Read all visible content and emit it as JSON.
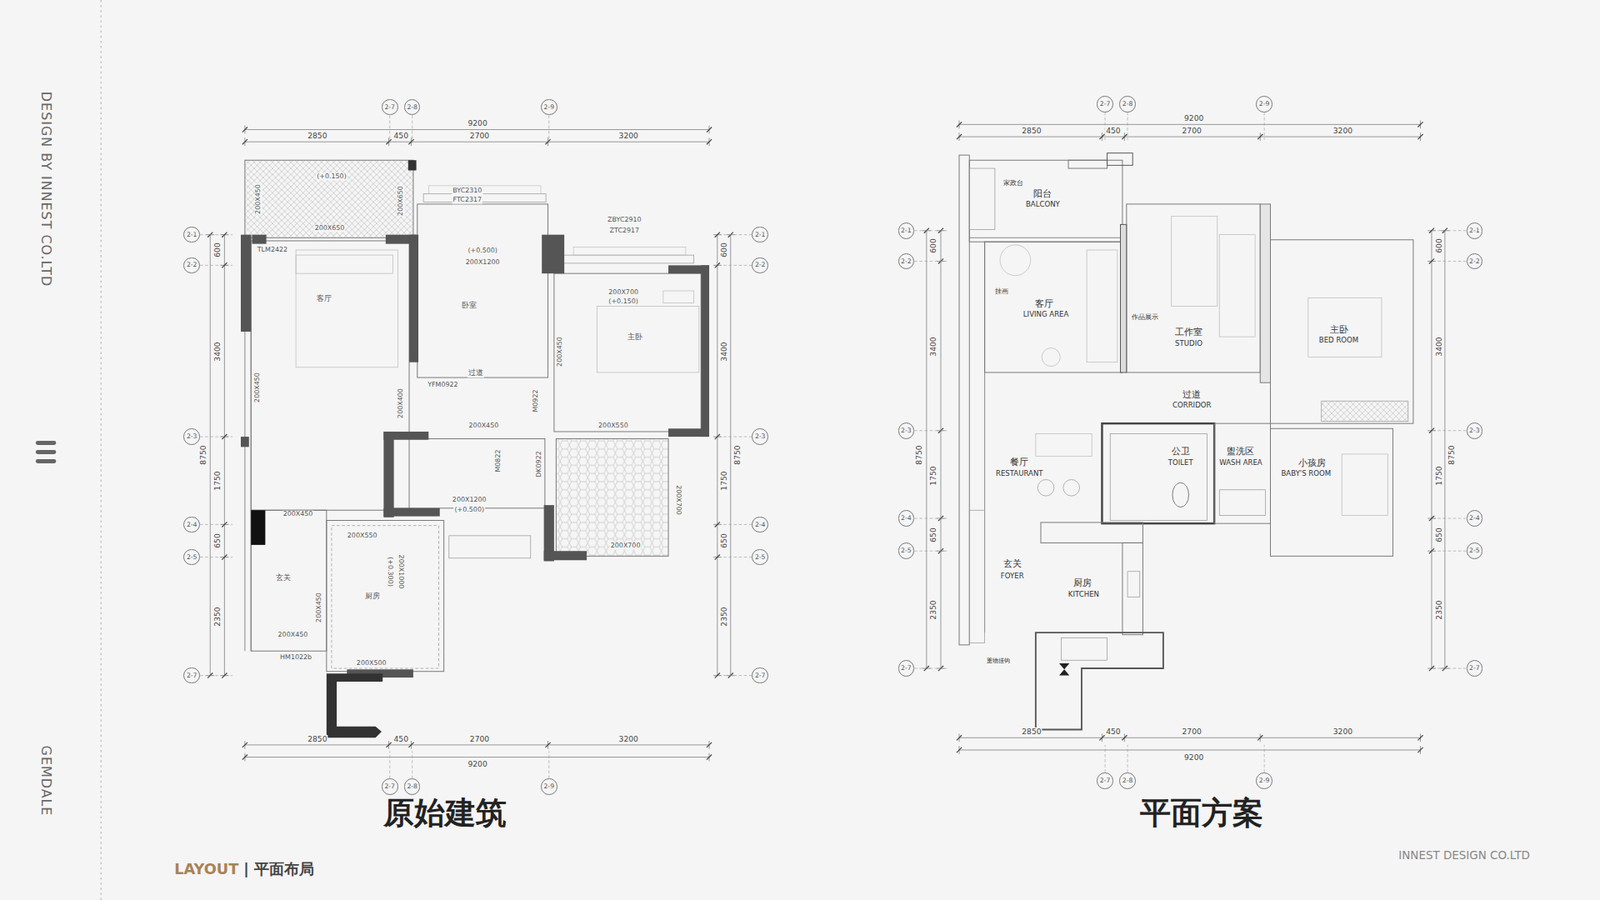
{
  "diagram": {
    "title": "LAYOUT",
    "nodes": [
      {
        "text": [
          "2-7"
        ]
      },
      {
        "text": [
          "2-8"
        ]
      },
      {
        "text": [
          "2-9"
        ]
      },
      {
        "text": [
          "2-1"
        ]
      },
      {
        "text": [
          "2-2"
        ]
      },
      {
        "text": [
          "2-3"
        ]
      },
      {
        "text": [
          "2-4"
        ]
      },
      {
        "text": [
          "2-5"
        ]
      },
      {
        "text": [
          "2-7"
        ]
      },
      {
        "text": [
          "2-1"
        ]
      },
      {
        "text": [
          "2-2"
        ]
      },
      {
        "text": [
          "2-3"
        ]
      },
      {
        "text": [
          "2-4"
        ]
      },
      {
        "text": [
          "2-5"
        ]
      },
      {
        "text": [
          "2-7"
        ]
      },
      {
        "text": [
          "2-7"
        ]
      },
      {
        "text": [
          "2-8"
        ]
      },
      {
        "text": [
          "2-9"
        ]
      },
      {
        "text": [
          "2-7"
        ]
      },
      {
        "text": [
          "2-8"
        ]
      },
      {
        "text": [
          "2-9"
        ]
      },
      {
        "text": [
          "2-1"
        ]
      },
      {
        "text": [
          "2-2"
        ]
      },
      {
        "text": [
          "2-3"
        ]
      },
      {
        "text": [
          "2-4"
        ]
      },
      {
        "text": [
          "2-5"
        ]
      },
      {
        "text": [
          "2-7"
        ]
      },
      {
        "text": [
          "2-1"
        ]
      },
      {
        "text": [
          "2-2"
        ]
      },
      {
        "text": [
          "2-3"
        ]
      },
      {
        "text": [
          "2-4"
        ]
      },
      {
        "text": [
          "2-5"
        ]
      },
      {
        "text": [
          "2-7"
        ]
      },
      {
        "text": [
          "2-7"
        ]
      },
      {
        "text": [
          "2-8"
        ]
      },
      {
        "text": [
          "2-9"
        ]
      }
    ],
    "labels": [
      "DESIGN BY INNEST CO.LTD",
      "GEMDALE",
      "| 平面布局",
      "INNEST DESIGN CO.LTD",
      "原始建筑",
      "平面方案",
      "9200",
      "2850",
      "450",
      "2700",
      "3200",
      "2850",
      "450",
      "2700",
      "3200",
      "9200",
      "600",
      "3400",
      "8750",
      "1750",
      "650",
      "2350",
      "600",
      "3400",
      "8750",
      "1750",
      "650",
      "2350",
      "9200",
      "2850",
      "450",
      "2700",
      "3200",
      "2850",
      "450",
      "2700",
      "3200",
      "9200",
      "600",
      "3400",
      "8750",
      "1750",
      "650",
      "2350",
      "600",
      "3400",
      "8750",
      "1750",
      "650",
      "2350",
      "200X450",
      "(+0.150)",
      "200X650",
      "200X650",
      "BYC2310",
      "FTC2317",
      "ZBYC2910",
      "ZTC2917",
      "TLM2422",
      "(+0.500)",
      "200X1200",
      "200X700",
      "(+0.150)",
      "200X450",
      "YFM0922",
      "200X450",
      "200X400",
      "M0922",
      "200X450",
      "200X550",
      "M0822",
      "DK0922",
      "200X1200",
      "(+0.500)",
      "200X450",
      "200X550",
      "200X700",
      "200X700",
      "200X1000",
      "(+0.300)",
      "200X450",
      "200X450",
      "HM1022b",
      "200X500",
      "客厅",
      "卧室",
      "主卧",
      "过道",
      "玄关",
      "厨房",
      "家政台",
      "阳台",
      "BALCONY",
      "挂画",
      "客厅",
      "LIVING AREA",
      "作品展示",
      "工作室",
      "STUDIO",
      "主卧",
      "BED ROOM",
      "过道",
      "CORRIDOR",
      "餐厅",
      "RESTAURANT",
      "公卫",
      "TOILET",
      "盥洗区",
      "WASH AREA",
      "小孩房",
      "BABY'S ROOM",
      "玄关",
      "FOYER",
      "厨房",
      "KITCHEN",
      "重物挂钩"
    ]
  }
}
